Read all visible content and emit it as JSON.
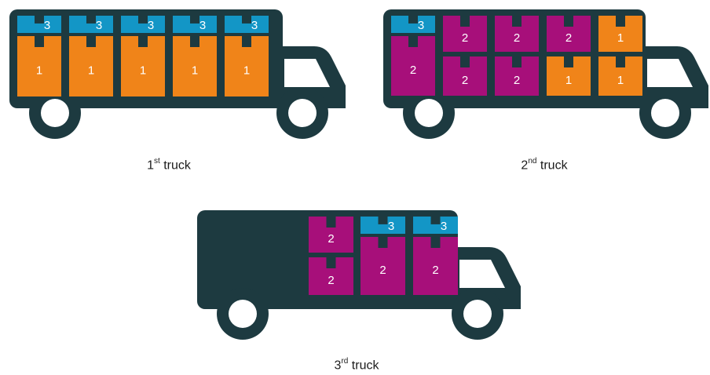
{
  "colors": {
    "truck": "#1d3a40",
    "type1": "#f08419",
    "type2": "#a70f7a",
    "type3": "#1396c6",
    "box_text": "#ffffff",
    "background": "#ffffff"
  },
  "trucks": [
    {
      "id": "truck-1",
      "caption_number": "1",
      "caption_suffix": "st",
      "caption_word": "truck",
      "top_row": [
        "3",
        "3",
        "3",
        "3",
        "3"
      ],
      "bottom_row": [
        "1",
        "1",
        "1",
        "1",
        "1"
      ]
    },
    {
      "id": "truck-2",
      "caption_number": "2",
      "caption_suffix": "nd",
      "caption_word": "truck",
      "top_row": [
        "3",
        "2",
        "2",
        "2",
        "1"
      ],
      "bottom_row": [
        "2",
        "2",
        "2",
        "1",
        "1"
      ]
    },
    {
      "id": "truck-3",
      "caption_number": "3",
      "caption_suffix": "rd",
      "caption_word": "truck",
      "top_row": [
        "2",
        "3",
        "3"
      ],
      "bottom_row": [
        "2",
        "2",
        "2"
      ]
    }
  ]
}
